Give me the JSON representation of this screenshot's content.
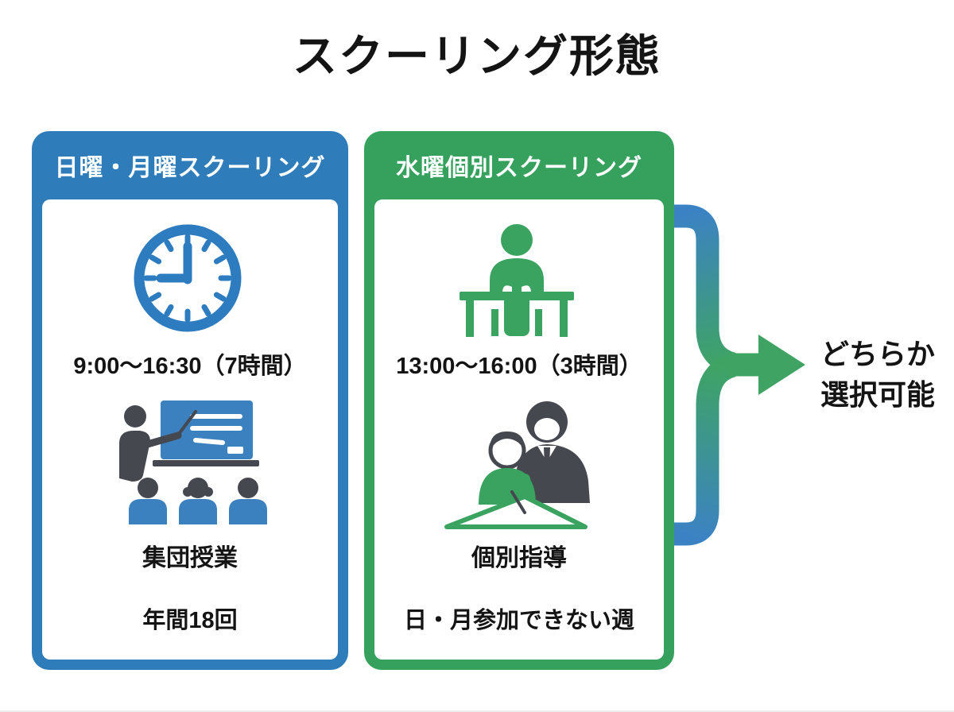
{
  "title": "スクーリング形態",
  "colors": {
    "card_blue": "#2e7cba",
    "card_green": "#35a15d",
    "icon_dark_gray": "#45484f",
    "arrow_gradient_blue": "#3b82c4",
    "arrow_gradient_green": "#3fa463",
    "text": "#141414"
  },
  "cards": [
    {
      "header": "日曜・月曜スクーリング",
      "icon_top": "clock-icon",
      "time": "9:00〜16:30（7時間）",
      "icon_bottom": "classroom-lesson-icon",
      "label": "集団授業",
      "note": "年間18回"
    },
    {
      "header": "水曜個別スクーリング",
      "icon_top": "student-at-desk-icon",
      "time": "13:00〜16:00（3時間）",
      "icon_bottom": "individual-tutoring-icon",
      "label": "個別指導",
      "note": "日・月参加できない週"
    }
  ],
  "result": {
    "line1": "どちらか",
    "line2": "選択可能"
  }
}
